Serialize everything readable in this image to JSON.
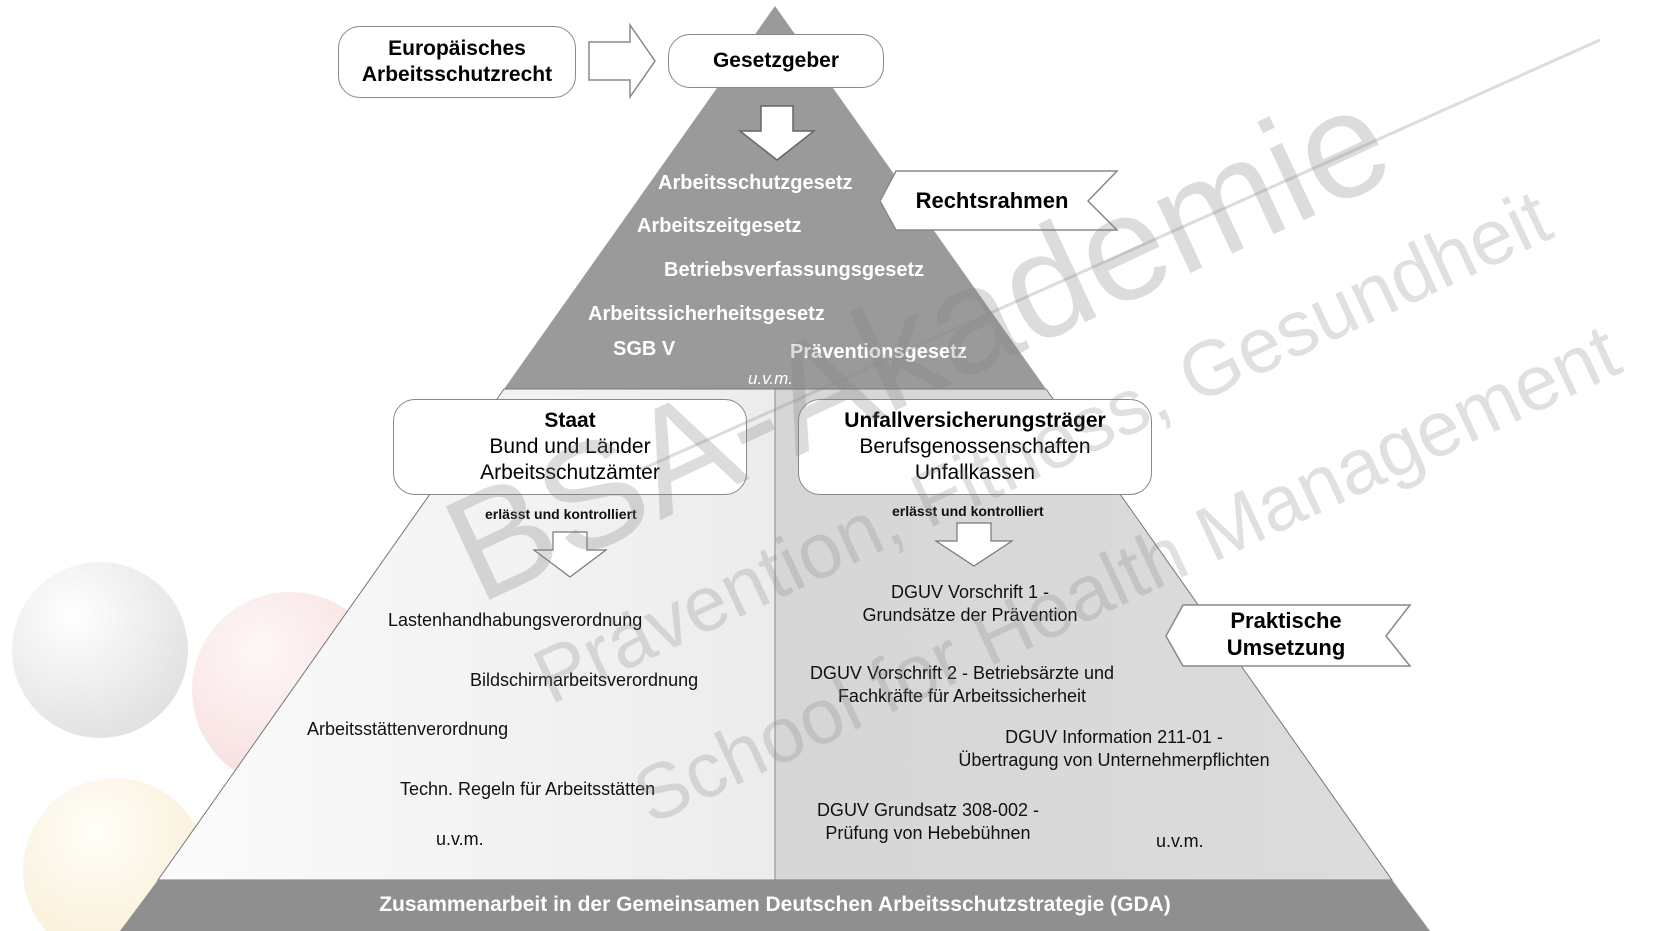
{
  "top": {
    "europe_line1": "Europäisches",
    "europe_line2": "Arbeitsschutzrecht",
    "legislator": "Gesetzgeber"
  },
  "legal_framework": {
    "label": "Rechtsrahmen",
    "laws": [
      "Arbeitsschutzgesetz",
      "Arbeitszeitgesetz",
      "Betriebsverfassungsgesetz",
      "Arbeitssicherheitsgesetz",
      "SGB V",
      "Präventionsgesetz"
    ],
    "more": "u.v.m."
  },
  "state": {
    "title": "Staat",
    "line1": "Bund und Länder",
    "line2": "Arbeitsschutzämter",
    "action": "erlässt und kontrolliert",
    "regulations": [
      "Lastenhandhabungsverordnung",
      "Bildschirmarbeitsverordnung",
      "Arbeitsstättenverordnung",
      "Techn. Regeln für Arbeitsstätten"
    ],
    "more": "u.v.m."
  },
  "insurance": {
    "title": "Unfallversicherungsträger",
    "line1": "Berufsgenossenschaften",
    "line2": "Unfallkassen",
    "action": "erlässt und kontrolliert",
    "rules": [
      {
        "l1": "DGUV Vorschrift 1 -",
        "l2": "Grundsätze der Prävention"
      },
      {
        "l1": "DGUV Vorschrift 2 - Betriebsärzte und",
        "l2": "Fachkräfte für Arbeitssicherheit"
      },
      {
        "l1": "DGUV Information 211-01 -",
        "l2": "Übertragung von Unternehmerpflichten"
      },
      {
        "l1": "DGUV Grundsatz 308-002 -",
        "l2": "Prüfung von Hebebühnen"
      }
    ],
    "more": "u.v.m."
  },
  "practice": {
    "line1": "Praktische",
    "line2": "Umsetzung"
  },
  "footer": "Zusammenarbeit in der Gemeinsamen Deutschen Arbeitsschutzstrategie (GDA)",
  "watermark": {
    "brand": "BSA-Akademie",
    "tag1": "Prävention, Fitness, Gesundheit",
    "tag2": "School for Health Management"
  },
  "colors": {
    "apex": "#9a9a9a",
    "left_section": "#f0f0f0",
    "right_section": "#d8d8d8",
    "footer": "#8f8f8f"
  }
}
